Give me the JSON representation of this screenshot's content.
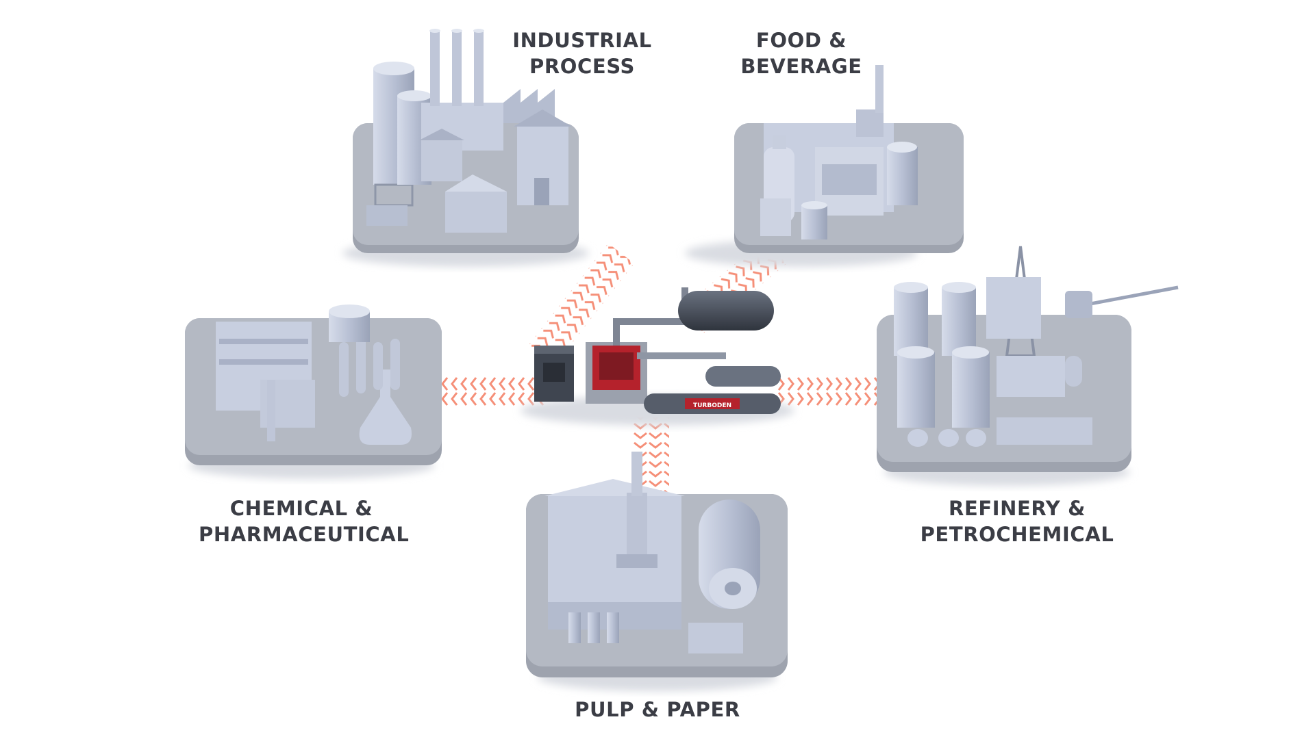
{
  "labels": {
    "industrial": {
      "line1": "INDUSTRIAL",
      "line2": "PROCESS"
    },
    "food": {
      "line1": "FOOD &",
      "line2": "BEVERAGE"
    },
    "chemical": {
      "line1": "CHEMICAL &",
      "line2": "PHARMACEUTICAL"
    },
    "refinery": {
      "line1": "REFINERY &",
      "line2": "PETROCHEMICAL"
    },
    "pulp": {
      "line1": "PULP & PAPER"
    }
  },
  "central_unit": {
    "brand_text": "TURBODEN"
  },
  "colors": {
    "background": "#ffffff",
    "platform": "#9ea3ae",
    "building": "#c8cfe0",
    "building_shade": "#a9b1c6",
    "connector": "#f26a4b",
    "machine_red": "#b5222c",
    "machine_dark": "#3f4550",
    "text": "#3b3d45"
  }
}
